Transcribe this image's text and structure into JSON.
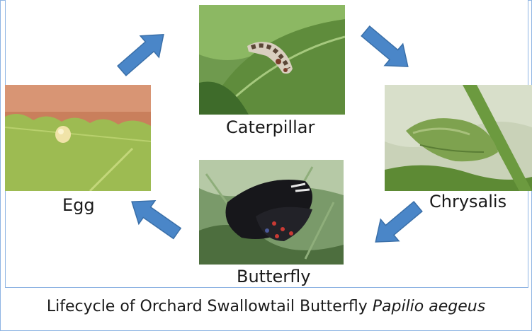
{
  "stages": {
    "caterpillar": {
      "label": "Caterpillar"
    },
    "chrysalis": {
      "label": "Chrysalis"
    },
    "butterfly": {
      "label": "Butterfly"
    },
    "egg": {
      "label": "Egg"
    }
  },
  "caption": {
    "text": "Lifecycle of Orchard Swallowtail Butterfly",
    "species": "Papilio aegeus"
  },
  "colors": {
    "arrow": "#4a86c8",
    "border": "#8eb4e3"
  }
}
